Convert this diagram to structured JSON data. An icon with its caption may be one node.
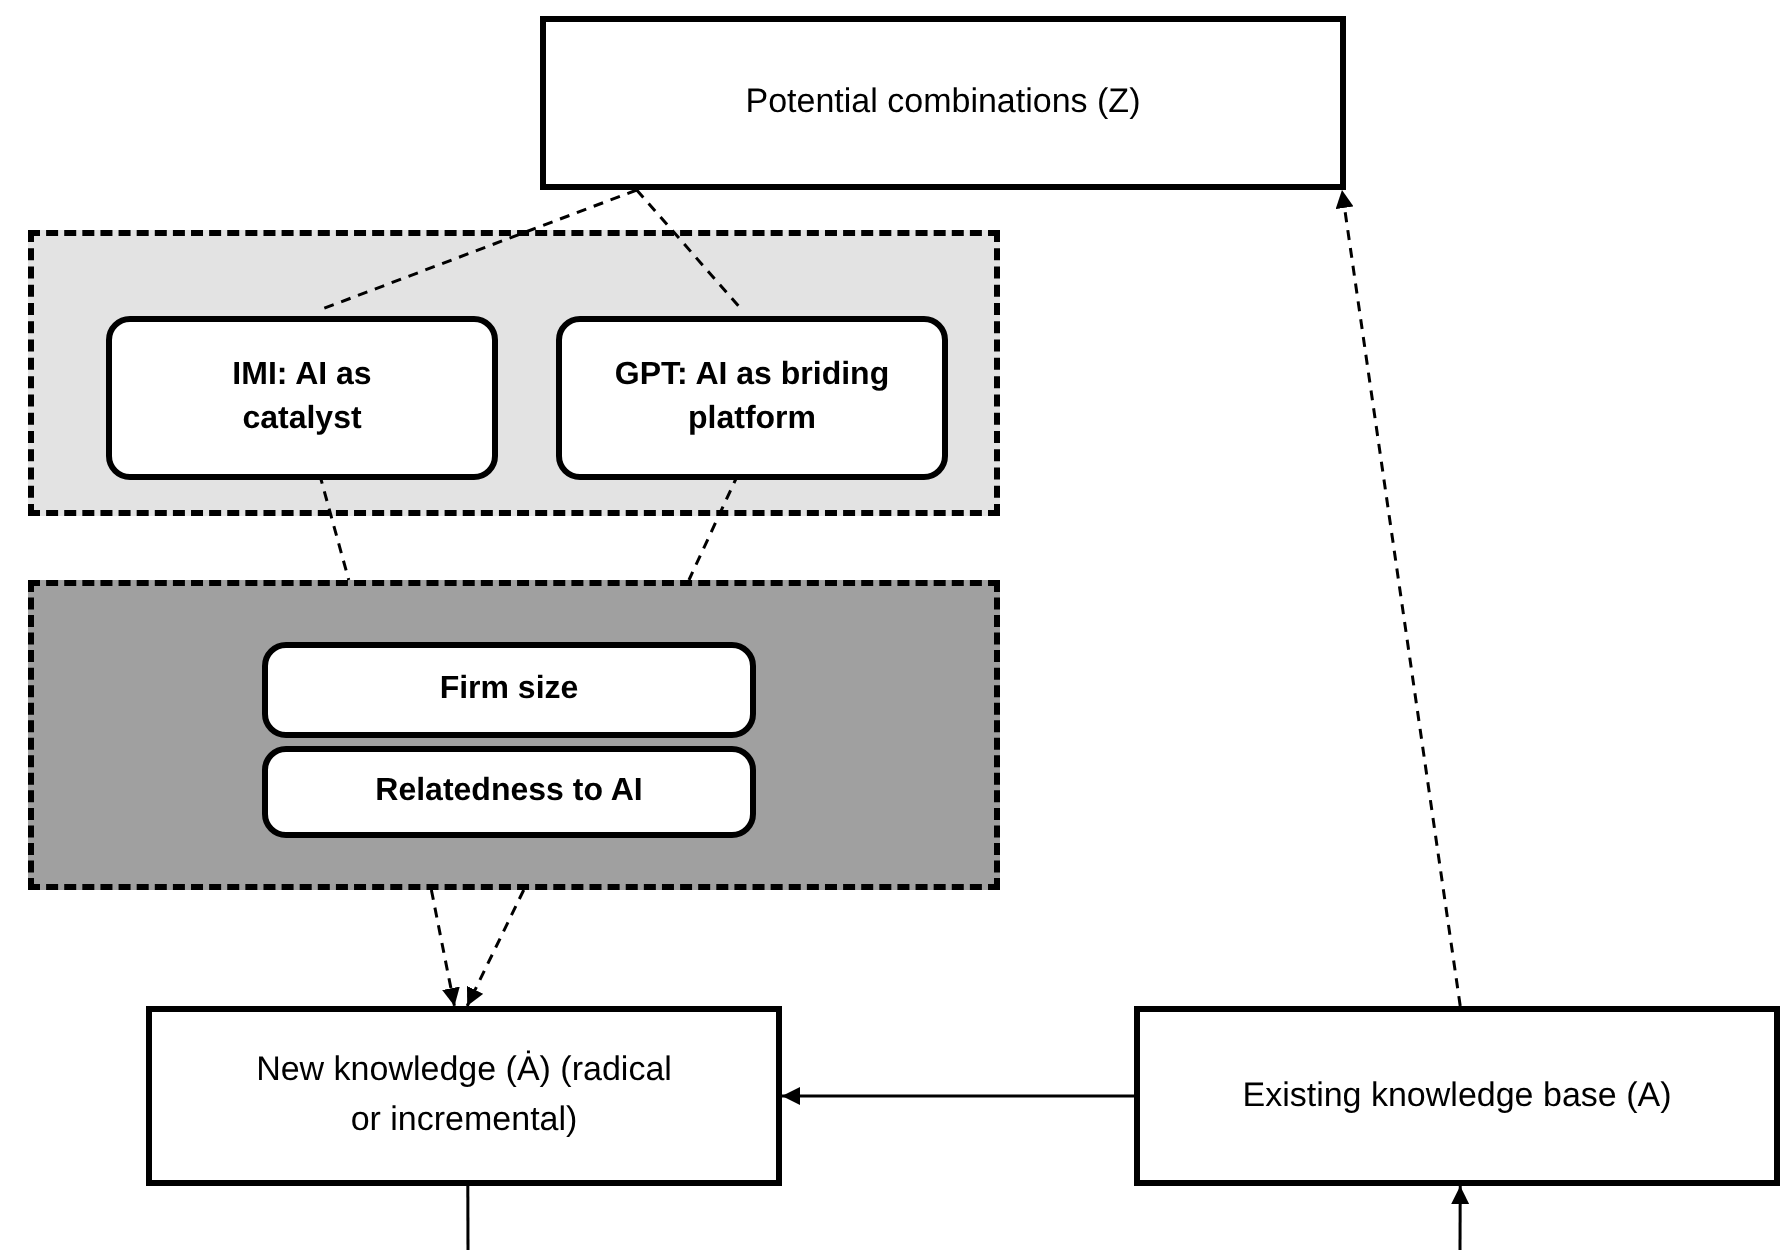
{
  "diagram": {
    "nodes": [
      {
        "text": [
          "Potential combinations (Z)"
        ]
      },
      {
        "text": [],
        "shape": "box"
      },
      {
        "text": [
          "IMI: AI as catalyst"
        ],
        "in": 1
      },
      {
        "text": [
          "GPT: AI as briding platform"
        ],
        "in": 1
      },
      {
        "text": [],
        "shape": "box"
      },
      {
        "text": [
          "Firm size"
        ],
        "in": 4
      },
      {
        "text": [
          "Relatedness to AI"
        ],
        "in": 4
      },
      {
        "text": [
          "New knowledge (Ȧ) (radical or incremental)"
        ]
      },
      {
        "text": [
          "Existing knowledge base (A)"
        ]
      }
    ],
    "edges": [
      {
        "from": 0,
        "to": 2,
        "arrow": "none",
        "style": "dashed"
      },
      {
        "from": 0,
        "to": 3,
        "arrow": "none",
        "style": "dashed"
      },
      {
        "from": 2,
        "to": 4,
        "arrow": "none",
        "style": "dashed"
      },
      {
        "from": 3,
        "to": 4,
        "arrow": "none",
        "style": "dashed"
      },
      {
        "from": 4,
        "to": 7,
        "arrow": "to",
        "style": "dashed"
      },
      {
        "from": 4,
        "to": 7,
        "arrow": "to",
        "style": "dashed"
      },
      {
        "from": 8,
        "to": 7,
        "arrow": "to"
      },
      {
        "from": 8,
        "to": 0,
        "arrow": "to",
        "style": "dashed"
      },
      {
        "from": 7,
        "to": null,
        "arrow": "none"
      },
      {
        "from": null,
        "to": 8,
        "arrow": "to"
      }
    ]
  }
}
